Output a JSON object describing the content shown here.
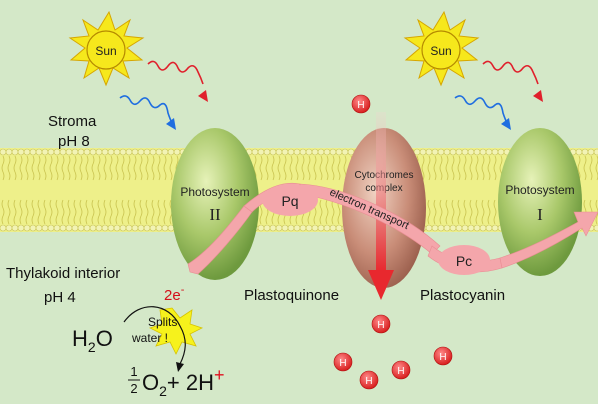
{
  "labels": {
    "stroma": "Stroma",
    "stroma_ph": "pH 8",
    "interior": "Thylakoid interior",
    "interior_ph": "pH 4",
    "sun": "Sun",
    "photosystem": "Photosystem",
    "ps2_numeral": "II",
    "ps1_numeral": "I",
    "cytochromes_line1": "Cytochromes",
    "cytochromes_line2": "complex",
    "pq": "Pq",
    "pc": "Pc",
    "electron_transport": "electron transport",
    "plastoquinone": "Plastoquinone",
    "plastocyanin": "Plastocyanin",
    "electrons": "2e",
    "electrons_sup": "-",
    "water": "H",
    "water_sub": "2",
    "water_o": "O",
    "splits_line1": "Splits",
    "splits_line2": "water !",
    "half_num": "1",
    "half_den": "2",
    "oxygen": "O",
    "oxygen_sub": "2",
    "plus_hydrogen": "+ 2H",
    "plus_sign": "+",
    "proton": "H"
  },
  "colors": {
    "background": "#d4e8c8",
    "membrane_yellow": "#eef08a",
    "sun": "#f6e81c",
    "photosystem": "#94b85a",
    "cytochrome": "#c98d78",
    "proton": "#e63030",
    "arrow": "#f4a6ab",
    "red_wave": "#e0202c",
    "blue_wave": "#1f6ee0"
  }
}
